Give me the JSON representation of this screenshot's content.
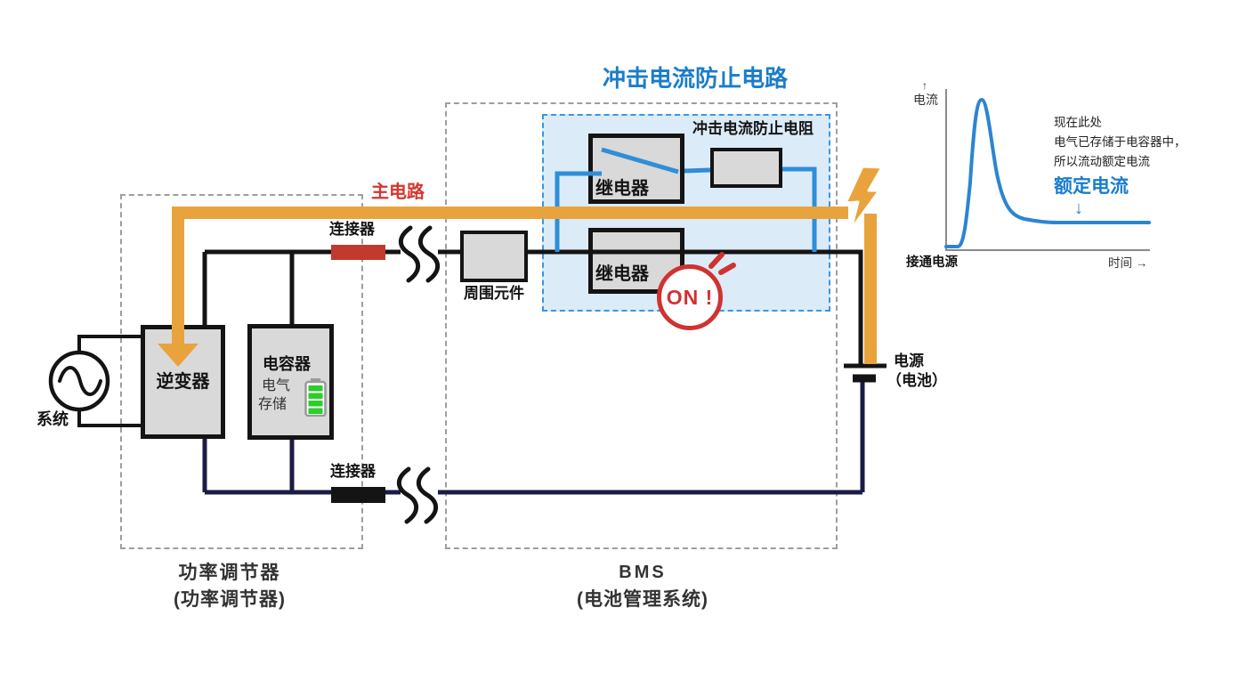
{
  "colors": {
    "accent_blue_text": "#1b7ccb",
    "wire_blue": "#2f8ed9",
    "curve_blue": "#2b85d2",
    "inrush_fill": "#dcebf8",
    "inrush_dash_border": "#3d95dd",
    "orange_main": "#e8a33c",
    "red_accent": "#cf3330",
    "red_label": "#d5372e",
    "connector_red": "#c2392e",
    "component_fill": "#d9d9d9",
    "wire_black": "#141414",
    "wire_navy": "#1b1b45",
    "dashed_gray": "#9e9e9e",
    "battery_green": "#2ecc2e"
  },
  "diagram": {
    "inrush_circuit_title": "冲击电流防止电路",
    "main_circuit_label": "主电路",
    "connector_top_label": "连接器",
    "connector_bottom_label": "连接器",
    "peripheral_label": "周围元件",
    "relay_top_label": "继电器",
    "relay_bottom_label": "继电器",
    "inrush_resistor_label": "冲击电流防止电阻",
    "inverter_label": "逆变器",
    "capacitor_label": "电容器",
    "capacitor_store_line1": "电气",
    "capacitor_store_line2": "存储",
    "system_label": "系统",
    "power_label_line1": "电源",
    "power_label_line2": "（电池）",
    "on_badge_label": "ON !"
  },
  "footer": {
    "pcs_line1": "功率调节器",
    "pcs_line2": "(功率调节器)",
    "bms_line1": "BMS",
    "bms_line2": "(电池管理系统)"
  },
  "inset_chart": {
    "y_axis_arrow": "↑",
    "ylabel": "电流",
    "origin_label": "接通电源",
    "xlabel": "时间 →",
    "note_lines": [
      "现在此处",
      "电气已存储于电容器中，",
      "所以流动额定电流"
    ],
    "rated_current_label": "额定电流",
    "rated_current_arrow": "↓"
  },
  "chart_data": {
    "type": "line",
    "title": "",
    "xlabel": "时间",
    "ylabel": "电流",
    "x_origin_label": "接通电源",
    "grid": false,
    "legend": false,
    "series": [
      {
        "name": "电流",
        "x_norm": [
          0.0,
          0.06,
          0.09,
          0.13,
          0.17,
          0.22,
          0.28,
          0.35,
          0.42,
          0.55,
          0.75,
          1.0
        ],
        "y_norm": [
          0.02,
          0.02,
          0.3,
          0.8,
          1.0,
          0.72,
          0.38,
          0.22,
          0.17,
          0.16,
          0.16,
          0.17
        ]
      }
    ],
    "annotations": [
      {
        "text": "额定电流",
        "target": "steady-state level after inrush peak"
      },
      {
        "text": "现在此处 电气已存储于电容器中，所以流动额定电流",
        "target": "flat region of curve"
      }
    ]
  }
}
